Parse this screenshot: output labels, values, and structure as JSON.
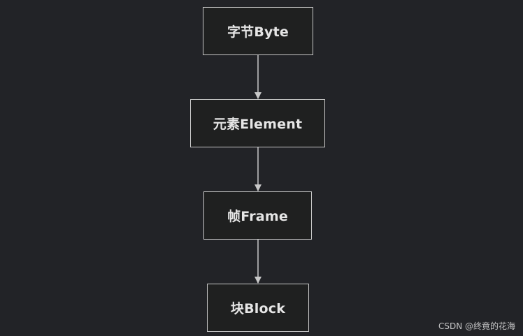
{
  "diagram": {
    "nodes": [
      {
        "id": "byte",
        "label": "字节Byte"
      },
      {
        "id": "element",
        "label": "元素Element"
      },
      {
        "id": "frame",
        "label": "帧Frame"
      },
      {
        "id": "block",
        "label": "块Block"
      }
    ],
    "edges": [
      {
        "from": "byte",
        "to": "element"
      },
      {
        "from": "element",
        "to": "frame"
      },
      {
        "from": "frame",
        "to": "block"
      }
    ]
  },
  "watermark": "CSDN @终竟的花海",
  "colors": {
    "background": "#222327",
    "node_fill": "#1f2020",
    "node_border": "#c8c8c8",
    "text": "#e6e6e6",
    "arrow": "#c8c8c8"
  }
}
